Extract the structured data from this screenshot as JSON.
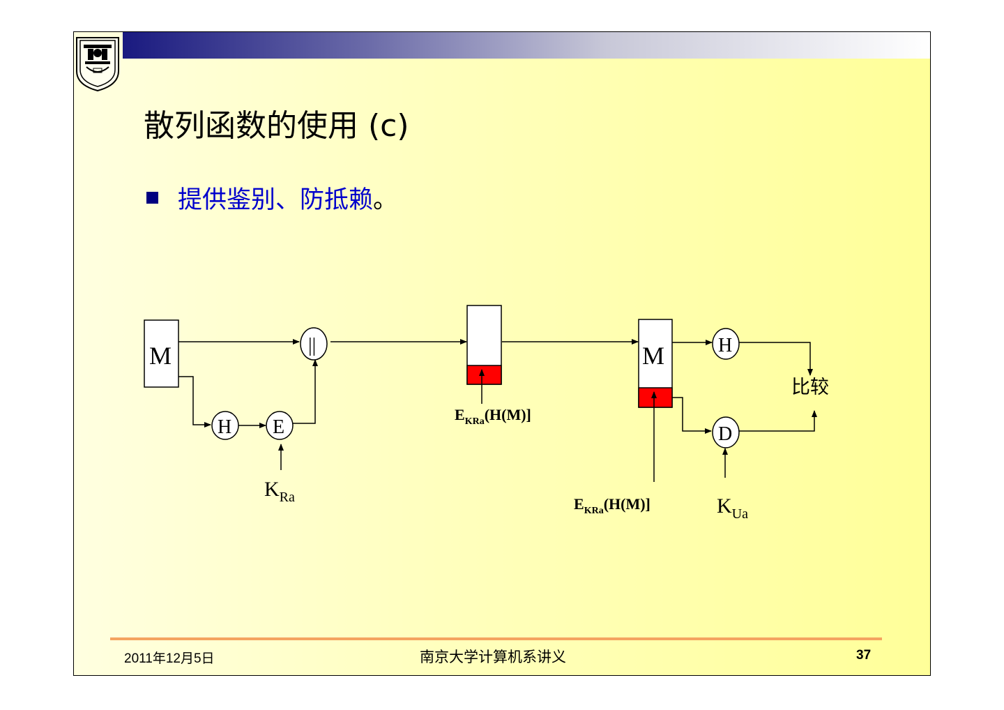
{
  "slide": {
    "title": "散列函数的使用 (c)",
    "bullet": "提供鉴别、防抵赖",
    "bullet_end": "。"
  },
  "diagram": {
    "sender_message": "M",
    "concat_symbol": "||",
    "hash_label": "H",
    "encrypt_label": "E",
    "key_private_base": "K",
    "key_private_sub": "Ra",
    "packet_label_base": "E",
    "packet_label_sub": "KRa",
    "packet_label_tail": "(H(M)]",
    "receiver_message": "M",
    "receiver_hash_label": "H",
    "decrypt_label": "D",
    "compare_label": "比较",
    "receiver_packet_label_base": "E",
    "receiver_packet_label_sub": "KRa",
    "receiver_packet_label_tail": "(H(M)]",
    "key_public_base": "K",
    "key_public_sub": "Ua",
    "highlight_color": "#ff0000"
  },
  "footer": {
    "date": "2011年12月5日",
    "center": "南京大学计算机系讲义",
    "page": "37"
  },
  "colors": {
    "title_band_start": "#1a1a80",
    "bullet_text": "#0000cc",
    "footer_line": "#f4a460"
  },
  "logo": {
    "icon": "nanjing-university-emblem-icon"
  }
}
